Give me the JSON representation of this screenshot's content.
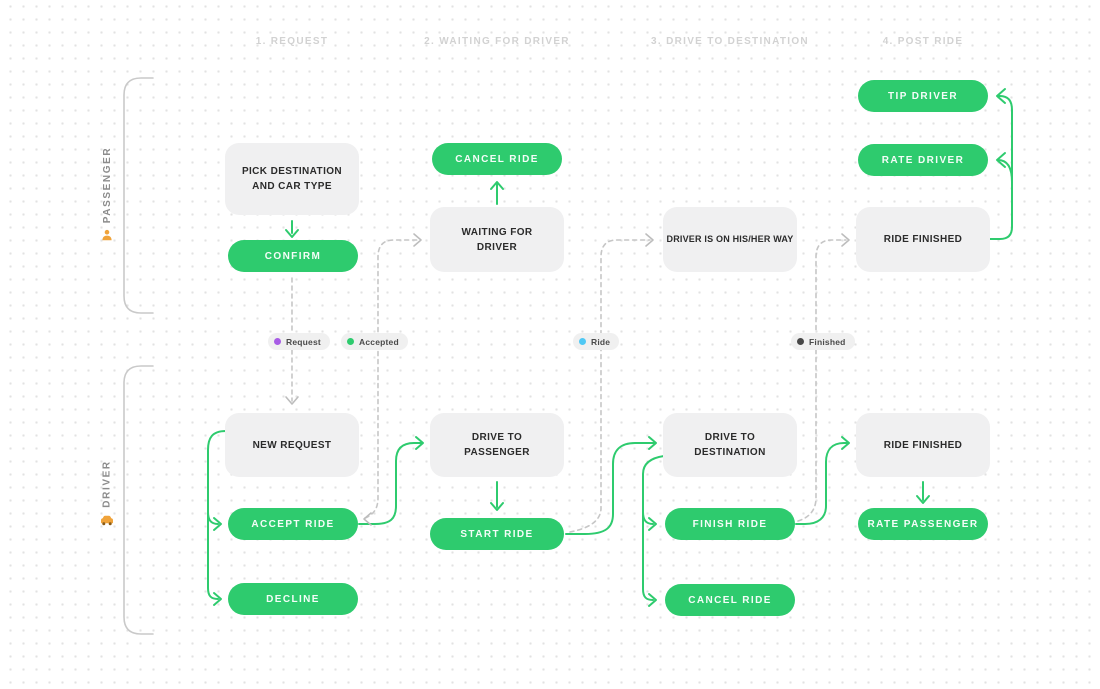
{
  "colors": {
    "accent_green": "#2ecb6e",
    "state_gray": "#f0f0f1",
    "dashed_line": "#c6c6c6",
    "header_text": "#d2d2d2",
    "lane_text": "#8c8c8c",
    "icon_orange": "#f0a33a",
    "badge_request_dot": "#a75ce5",
    "badge_accepted_dot": "#2ecb6e",
    "badge_ride_dot": "#4fc8f4",
    "badge_finished_dot": "#474747"
  },
  "phases": [
    {
      "label": "1. REQUEST"
    },
    {
      "label": "2. WAITING FOR DRIVER"
    },
    {
      "label": "3. DRIVE TO DESTINATION"
    },
    {
      "label": "4. POST RIDE"
    }
  ],
  "lanes": [
    {
      "label": "PASSENGER",
      "icon": "person-icon"
    },
    {
      "label": "DRIVER",
      "icon": "car-icon"
    }
  ],
  "nodes": {
    "pick_destination": {
      "label": "PICK DESTINATION AND CAR TYPE",
      "type": "state"
    },
    "confirm": {
      "label": "CONFIRM",
      "type": "action"
    },
    "cancel_ride_passenger": {
      "label": "CANCEL RIDE",
      "type": "action"
    },
    "waiting_for_driver": {
      "label": "WAITING FOR DRIVER",
      "type": "state"
    },
    "driver_on_way": {
      "label": "DRIVER IS ON HIS/HER WAY",
      "type": "state"
    },
    "tip_driver": {
      "label": "TIP DRIVER",
      "type": "action"
    },
    "rate_driver": {
      "label": "RATE DRIVER",
      "type": "action"
    },
    "ride_finished_passenger": {
      "label": "RIDE FINISHED",
      "type": "state"
    },
    "new_request": {
      "label": "NEW REQUEST",
      "type": "state"
    },
    "accept_ride": {
      "label": "ACCEPT RIDE",
      "type": "action"
    },
    "decline": {
      "label": "DECLINE",
      "type": "action"
    },
    "drive_to_passenger": {
      "label": "DRIVE TO PASSENGER",
      "type": "state"
    },
    "start_ride": {
      "label": "START RIDE",
      "type": "action"
    },
    "drive_to_destination": {
      "label": "DRIVE TO DESTINATION",
      "type": "state"
    },
    "finish_ride": {
      "label": "FINISH RIDE",
      "type": "action"
    },
    "cancel_ride_driver": {
      "label": "CANCEL RIDE",
      "type": "action"
    },
    "ride_finished_driver": {
      "label": "RIDE FINISHED",
      "type": "state"
    },
    "rate_passenger": {
      "label": "RATE PASSENGER",
      "type": "action"
    }
  },
  "badges": [
    {
      "label": "Request",
      "dot": "#a75ce5"
    },
    {
      "label": "Accepted",
      "dot": "#2ecb6e"
    },
    {
      "label": "Ride",
      "dot": "#4fc8f4"
    },
    {
      "label": "Finished",
      "dot": "#474747"
    }
  ]
}
